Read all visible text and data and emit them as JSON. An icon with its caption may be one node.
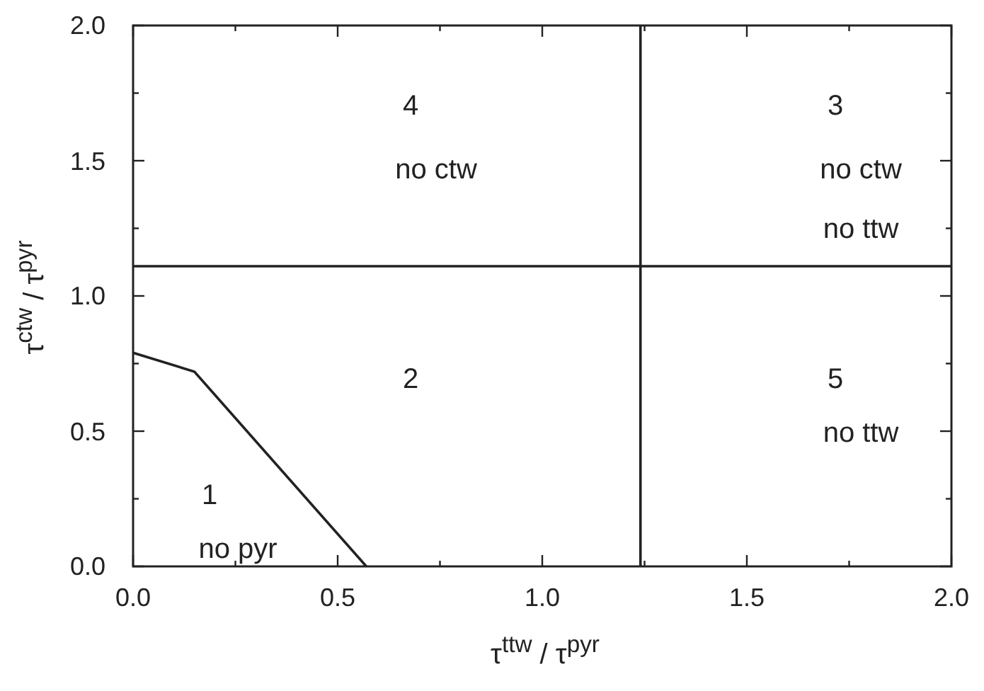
{
  "diagram": {
    "labels": [
      "4",
      "no ctw",
      "3",
      "no ctw",
      "no ttw",
      "2",
      "5",
      "no ttw",
      "1",
      "no pyr",
      "2.0",
      "1.5",
      "1.0",
      "0.5",
      "0.0",
      "0.0",
      "0.5",
      "1.0",
      "1.5",
      "2.0",
      "τ$^{ttw}$ / τ$^{pyr}$",
      "τ$^{ctw}$ / τ$^{pyr}$"
    ]
  }
}
